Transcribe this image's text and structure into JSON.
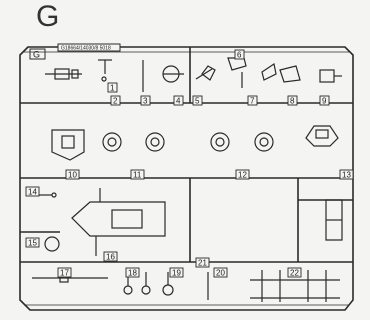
{
  "sprue": {
    "letter": "G",
    "corner_tag": "G",
    "code": "G18664/14030/8 5018",
    "part_numbers": [
      "1",
      "2",
      "3",
      "4",
      "5",
      "6",
      "7",
      "8",
      "9",
      "10",
      "11",
      "12",
      "13",
      "14",
      "15",
      "16",
      "17",
      "18",
      "19",
      "20",
      "21",
      "22"
    ]
  },
  "style": {
    "line_color": "#2a2a2a",
    "background": "#f4f4f2"
  }
}
